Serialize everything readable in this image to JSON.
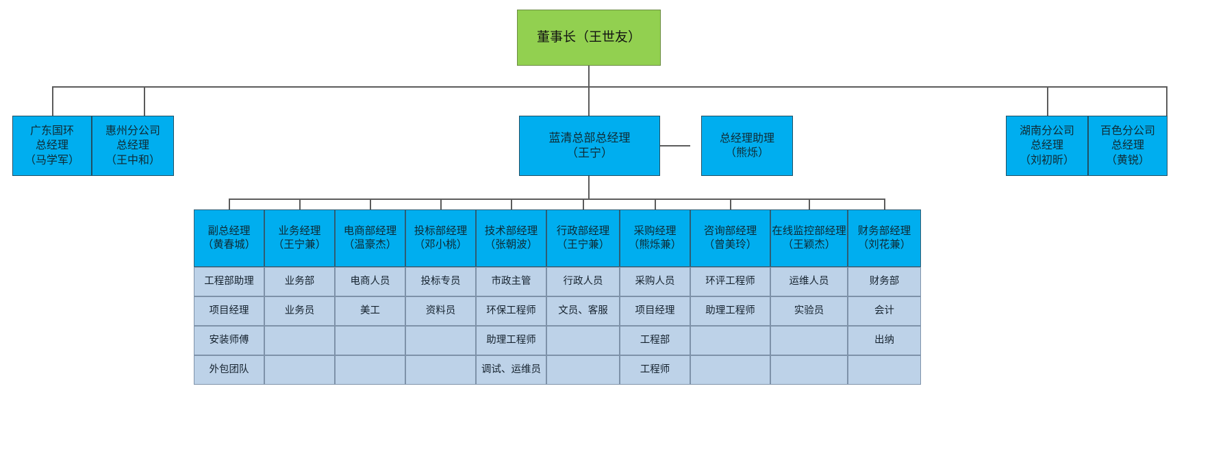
{
  "colors": {
    "chairman_fill": "#92d050",
    "node_fill": "#00aeef",
    "cell_fill": "#bdd2e8",
    "line": "#5a5a5a",
    "background": "#ffffff"
  },
  "chairman": {
    "label": "董事长（王世友）"
  },
  "branches_left": [
    {
      "label": "广东国环\n总经理\n（马学军）"
    },
    {
      "label": "惠州分公司\n总经理\n（王中和）"
    }
  ],
  "center": {
    "gm": {
      "label": "蓝清总部总经理\n（王宁）"
    },
    "assistant": {
      "label": "总经理助理\n（熊烁）"
    }
  },
  "branches_right": [
    {
      "label": "湖南分公司\n总经理\n（刘初昕）"
    },
    {
      "label": "百色分公司\n总经理\n（黄锐）"
    }
  ],
  "departments": [
    {
      "head": "副总经理\n（黄春城）",
      "staff": [
        "工程部助理",
        "项目经理",
        "安装师傅",
        "外包团队"
      ]
    },
    {
      "head": "业务经理\n（王宁兼）",
      "staff": [
        "业务部",
        "业务员",
        "",
        ""
      ]
    },
    {
      "head": "电商部经理\n（温豪杰）",
      "staff": [
        "电商人员",
        "美工",
        "",
        ""
      ]
    },
    {
      "head": "投标部经理\n（邓小桃）",
      "staff": [
        "投标专员",
        "资料员",
        "",
        ""
      ]
    },
    {
      "head": "技术部经理\n（张朝波）",
      "staff": [
        "市政主管",
        "环保工程师",
        "助理工程师",
        "调试、运维员"
      ]
    },
    {
      "head": "行政部经理\n（王宁兼）",
      "staff": [
        "行政人员",
        "文员、客服",
        "",
        ""
      ]
    },
    {
      "head": "采购经理\n（熊烁兼）",
      "staff": [
        "采购人员",
        "项目经理",
        "工程部",
        "工程师"
      ]
    },
    {
      "head": "咨询部经理\n（曾美玲）",
      "staff": [
        "环评工程师",
        "助理工程师",
        "",
        ""
      ]
    },
    {
      "head": "在线监控部经理\n（王颖杰）",
      "staff": [
        "运维人员",
        "实验员",
        "",
        ""
      ]
    },
    {
      "head": "财务部经理\n（刘花兼）",
      "staff": [
        "财务部",
        "会计",
        "出纳",
        ""
      ]
    }
  ]
}
